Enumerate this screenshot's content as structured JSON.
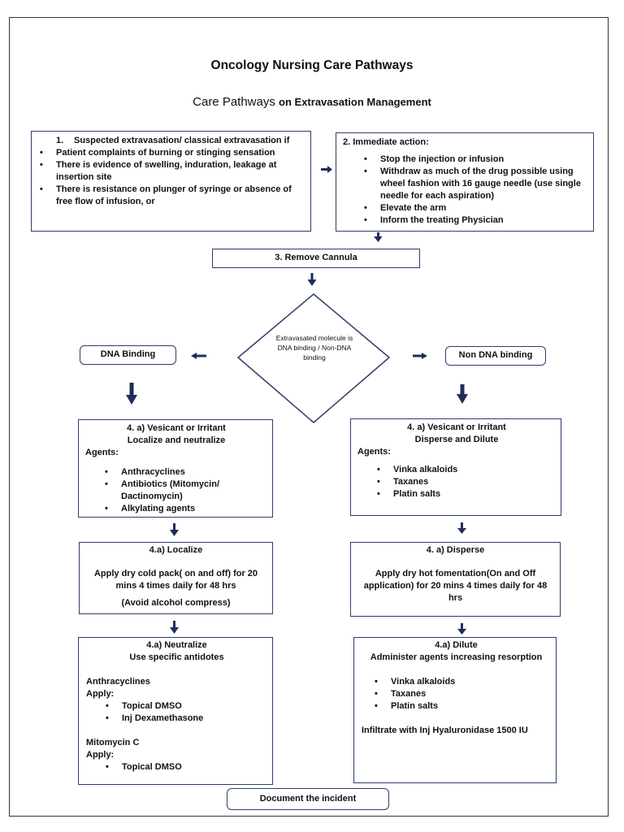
{
  "title": "Oncology Nursing Care Pathways",
  "subtitle": {
    "prefix": "Care Pathways",
    "bold": "on Extravasation Management"
  },
  "step1": {
    "number": "1.",
    "heading": "Suspected extravasation/ classical extravasation if",
    "items": [
      "Patient complaints of burning or stinging sensation",
      "There is evidence of swelling, induration, leakage at insertion site",
      "There is resistance on plunger of syringe or absence of free flow of infusion, or"
    ]
  },
  "step2": {
    "heading": "2. Immediate action:",
    "items": [
      "Stop the injection or infusion",
      "Withdraw as much of the drug possible using wheel fashion with 16 gauge needle (use single needle for each aspiration)",
      "Elevate the arm",
      "Inform the treating Physician"
    ]
  },
  "step3": {
    "label": "3. Remove Cannula"
  },
  "decision": {
    "text": "Extravasated molecule is DNA binding / Non-DNA binding"
  },
  "left_branch": {
    "label": "DNA Binding",
    "box1": {
      "title1": "4. a) Vesicant or Irritant",
      "title2": "Localize and neutralize",
      "agents_label": "Agents:",
      "items": [
        "Anthracyclines",
        "Antibiotics (Mitomycin/ Dactinomycin)",
        "Alkylating agents"
      ]
    },
    "box2": {
      "title": "4.a) Localize",
      "text": "Apply dry cold pack( on and off) for 20 mins 4 times daily for 48 hrs",
      "note": "(Avoid alcohol compress)"
    },
    "box3": {
      "title1": "4.a) Neutralize",
      "title2": "Use specific antidotes",
      "group1_name": "Anthracyclines",
      "group1_apply": "Apply:",
      "group1_items": [
        "Topical DMSO",
        "Inj Dexamethasone"
      ],
      "group2_name": "Mitomycin C",
      "group2_apply": "Apply:",
      "group2_items": [
        "Topical DMSO"
      ]
    }
  },
  "right_branch": {
    "label": "Non DNA binding",
    "box1": {
      "title1": "4. a) Vesicant or Irritant",
      "title2": "Disperse and Dilute",
      "agents_label": "Agents:",
      "items": [
        "Vinka alkaloids",
        "Taxanes",
        "Platin salts"
      ]
    },
    "box2": {
      "title": "4. a) Disperse",
      "text": "Apply dry hot fomentation(On and Off application) for 20 mins 4 times daily for 48 hrs"
    },
    "box3": {
      "title": "4.a) Dilute",
      "subtitle": "Administer agents increasing resorption",
      "items": [
        "Vinka alkaloids",
        "Taxanes",
        "Platin salts"
      ],
      "footer": "Infiltrate with Inj Hyaluronidase 1500 IU"
    }
  },
  "final": {
    "label": "Document the incident"
  },
  "colors": {
    "border": "#2e3d6b",
    "arrow": "#1f2d5a"
  }
}
